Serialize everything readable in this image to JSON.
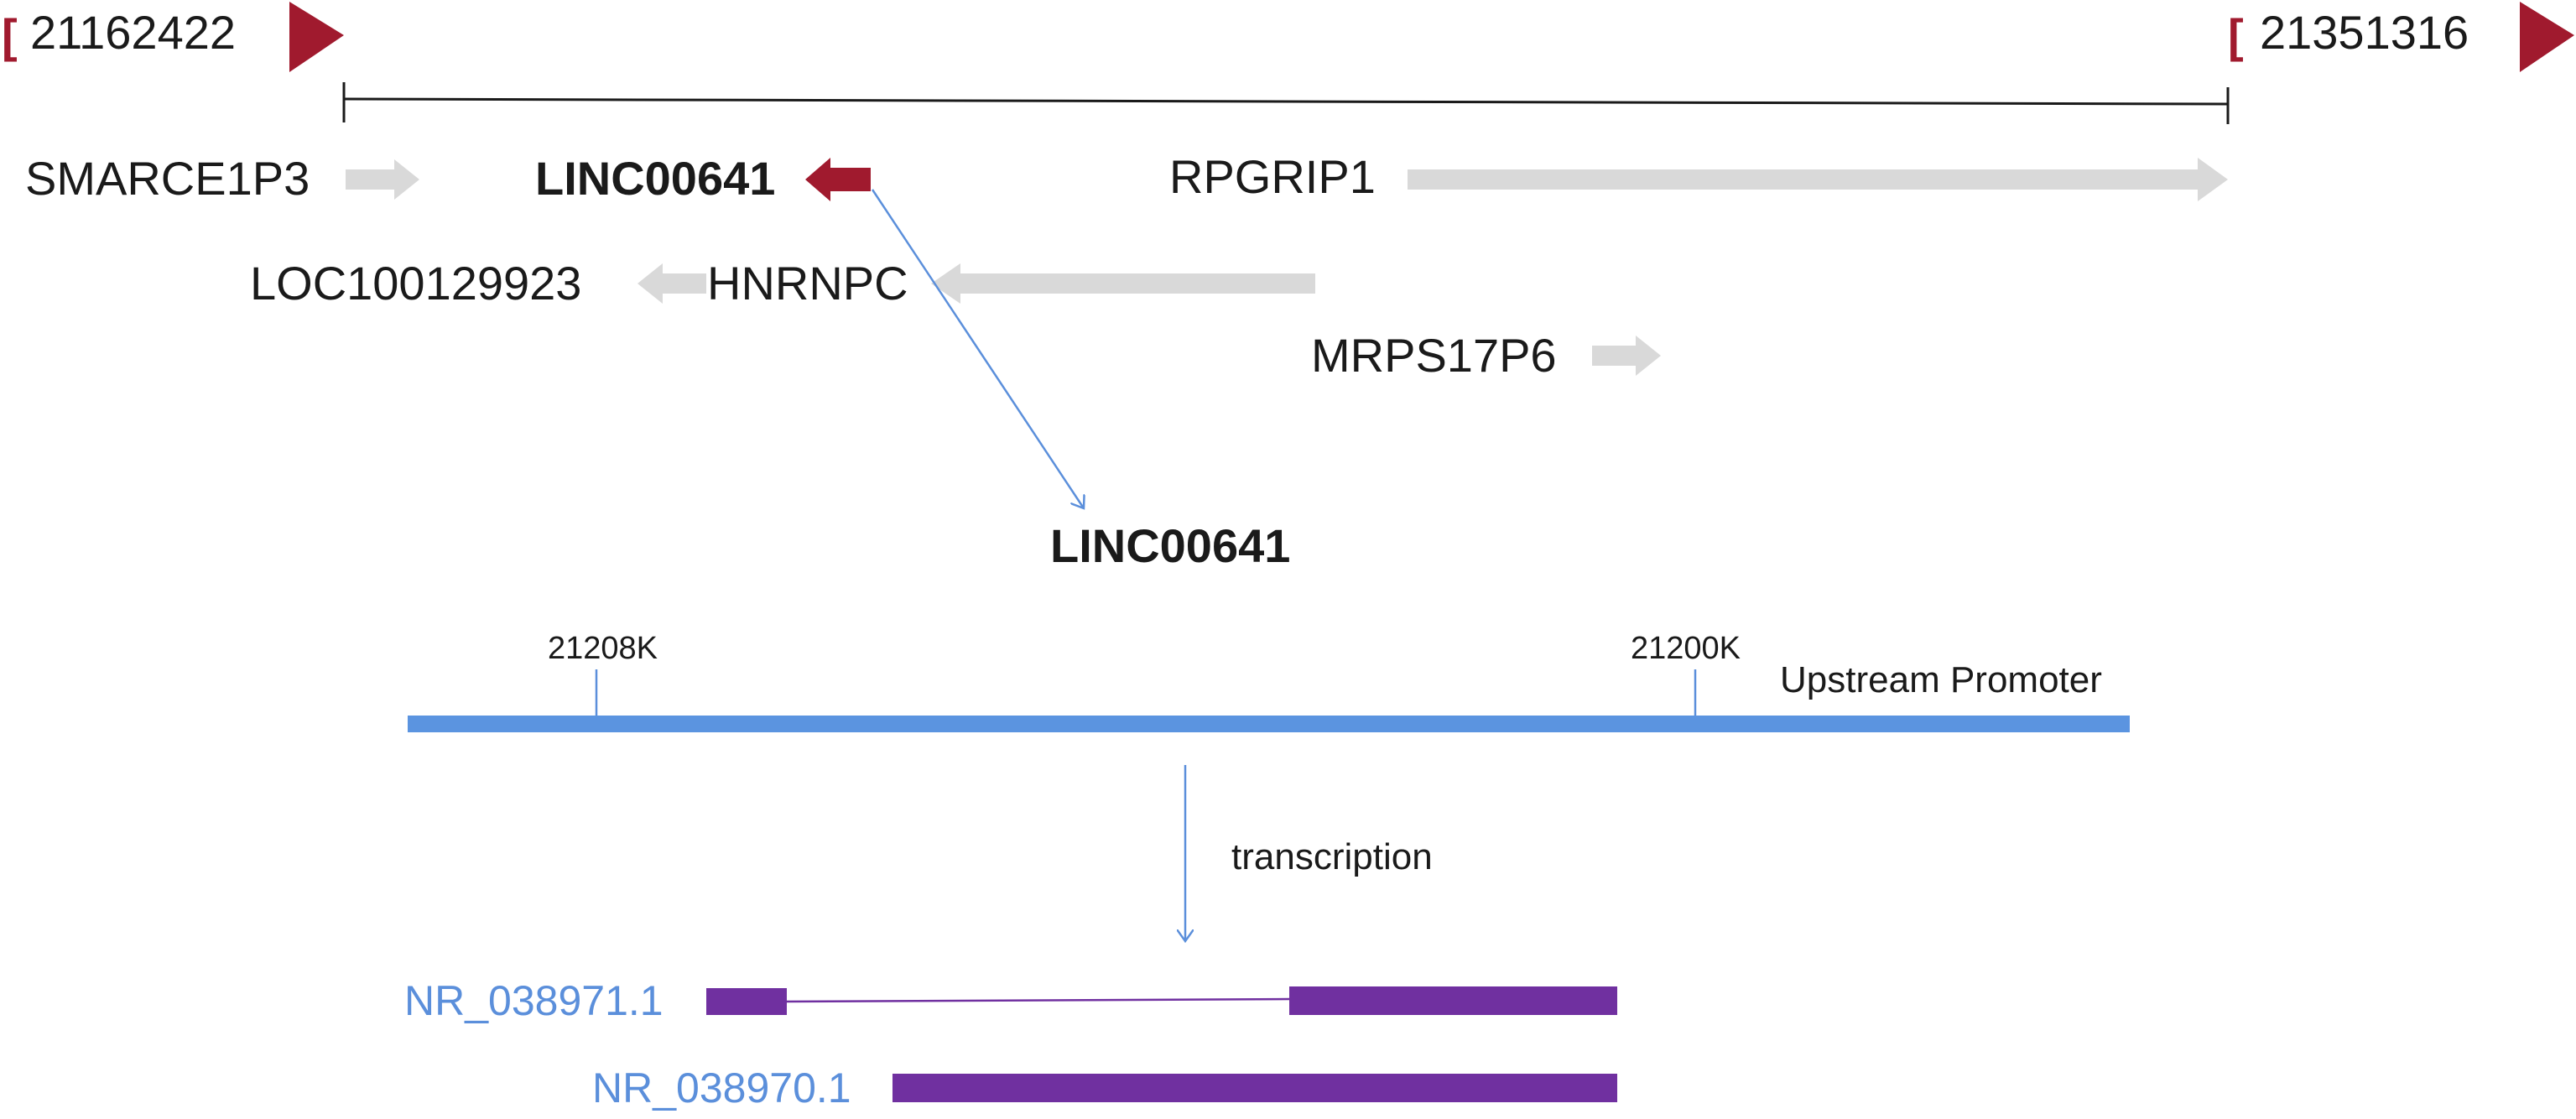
{
  "region": {
    "start_label": "21162422",
    "end_label": "21351316",
    "bracket": "["
  },
  "genes": {
    "smarce1p3": "SMARCE1P3",
    "linc00641": "LINC00641",
    "rpgrip1": "RPGRIP1",
    "loc100129923": "LOC100129923",
    "hnrnpc": "HNRNPC",
    "mrps17p6": "MRPS17P6"
  },
  "zoom": {
    "title": "LINC00641",
    "tick_left": "21208K",
    "tick_right": "21200K",
    "promoter_label": "Upstream Promoter"
  },
  "process_label": "transcription",
  "transcripts": [
    {
      "id": "NR_038971.1"
    },
    {
      "id": "NR_038970.1"
    }
  ],
  "colors": {
    "dark_red": "#a01a2e",
    "light_gray": "#d9d9d9",
    "blue_bar": "#5b94e0",
    "thin_blue": "#5b8fdb",
    "purple": "#7030a0",
    "black": "#1a1a1a"
  }
}
